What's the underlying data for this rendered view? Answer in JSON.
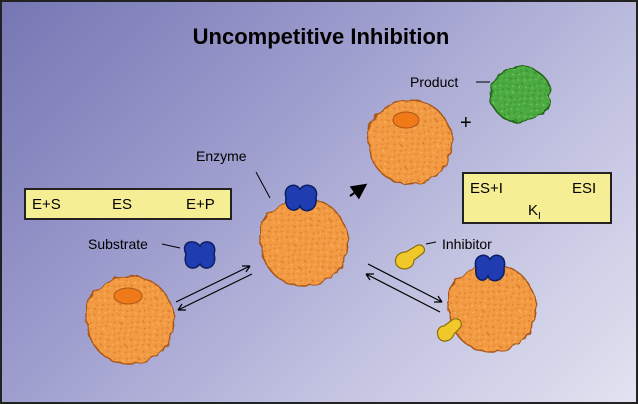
{
  "title": "Uncompetitive Inhibition",
  "equation1": {
    "e_plus_s": "E+S",
    "es": "ES",
    "e_plus_p": "E+P"
  },
  "equation2": {
    "es_plus_i": "ES+I",
    "esi": "ESI",
    "k": "K",
    "k_sub": "I"
  },
  "labels": {
    "product": "Product",
    "plus": "+",
    "enzyme": "Enzyme",
    "substrate": "Substrate",
    "inhibitor": "Inhibitor"
  },
  "colors": {
    "enzyme": "#f29a43",
    "enzyme_site": "#f07a18",
    "substrate": "#1f3db0",
    "product": "#4caa3f",
    "inhibitor": "#f0c82a",
    "box": "#f6ee94"
  }
}
